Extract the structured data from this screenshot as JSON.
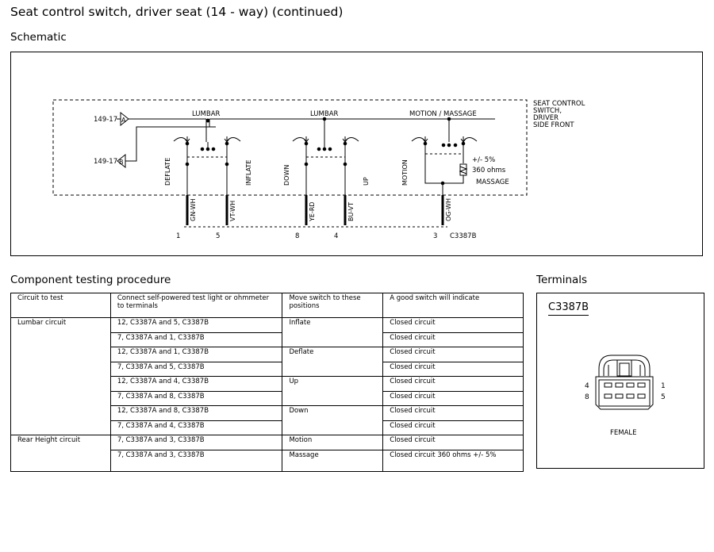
{
  "page": {
    "title": "Seat control switch, driver seat (14 - way) (continued)",
    "schematic_heading": "Schematic",
    "procedure_heading": "Component testing procedure",
    "terminals_heading": "Terminals"
  },
  "schematic": {
    "component_label_lines": [
      "SEAT CONTROL",
      "SWITCH,",
      "DRIVER",
      "SIDE FRONT"
    ],
    "connector_a": {
      "ref": "149-17",
      "letter": "A"
    },
    "connector_b": {
      "ref": "149-17",
      "letter": "B"
    },
    "group_labels": [
      "LUMBAR",
      "LUMBAR",
      "MOTION / MASSAGE"
    ],
    "switch_labels": [
      "DEFLATE",
      "INFLATE",
      "DOWN",
      "UP",
      "MOTION",
      "MASSAGE"
    ],
    "resistor_note_lines": [
      "+/- 5%",
      "360 ohms"
    ],
    "wire_colors": [
      "GN-WH",
      "VT-WH",
      "YE-RD",
      "BU-VT",
      "OG-WH"
    ],
    "pin_numbers": [
      "1",
      "5",
      "8",
      "4",
      "3"
    ],
    "connector_ref": "C3387B"
  },
  "procedure": {
    "headers": [
      "Circuit to test",
      "Connect self-powered test light or ohmmeter to terminals",
      "Move switch to these positions",
      "A good switch will indicate"
    ],
    "circuits": [
      "Lumbar circuit",
      "Rear Height circuit"
    ],
    "rows": [
      [
        "12, C3387A and 5, C3387B",
        "Inflate",
        "Closed circuit"
      ],
      [
        "7, C3387A and 1, C3387B",
        "",
        "Closed circuit"
      ],
      [
        "12, C3387A and 1, C3387B",
        "Deflate",
        "Closed circuit"
      ],
      [
        "7, C3387A and 5, C3387B",
        "",
        "Closed circuit"
      ],
      [
        "12, C3387A and 4, C3387B",
        "Up",
        "Closed circuit"
      ],
      [
        "7, C3387A and 8, C3387B",
        "",
        "Closed circuit"
      ],
      [
        "12, C3387A and 8, C3387B",
        "Down",
        "Closed circuit"
      ],
      [
        "7, C3387A and 4, C3387B",
        "",
        "Closed circuit"
      ],
      [
        "7, C3387A and 3, C3387B",
        "Motion",
        "Closed circuit"
      ],
      [
        "7, C3387A and 3, C3387B",
        "Massage",
        "Closed circuit 360 ohms +/- 5%"
      ]
    ]
  },
  "terminals": {
    "connector": "C3387B",
    "pins_left": [
      "4",
      "8"
    ],
    "pins_right": [
      "1",
      "5"
    ],
    "gender": "FEMALE"
  }
}
